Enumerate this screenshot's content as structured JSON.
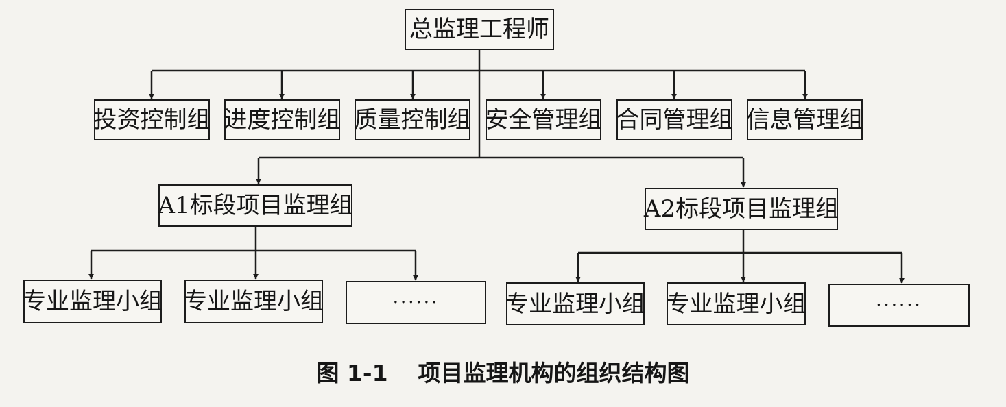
{
  "chief": {
    "label": "总监理工程师"
  },
  "groups": [
    {
      "label": "投资控制组"
    },
    {
      "label": "进度控制组"
    },
    {
      "label": "质量控制组"
    },
    {
      "label": "安全管理组"
    },
    {
      "label": "合同管理组"
    },
    {
      "label": "信息管理组"
    }
  ],
  "sections": [
    {
      "label": "A1标段项目监理组",
      "teams": [
        "专业监理小组",
        "专业监理小组",
        "······"
      ]
    },
    {
      "label": "A2标段项目监理组",
      "teams": [
        "专业监理小组",
        "专业监理小组",
        "······"
      ]
    }
  ],
  "caption": {
    "number": "图 1-1",
    "title": "项目监理机构的组织结构图"
  },
  "colors": {
    "line": "#1c1c1c",
    "background": "#f4f3ef"
  }
}
